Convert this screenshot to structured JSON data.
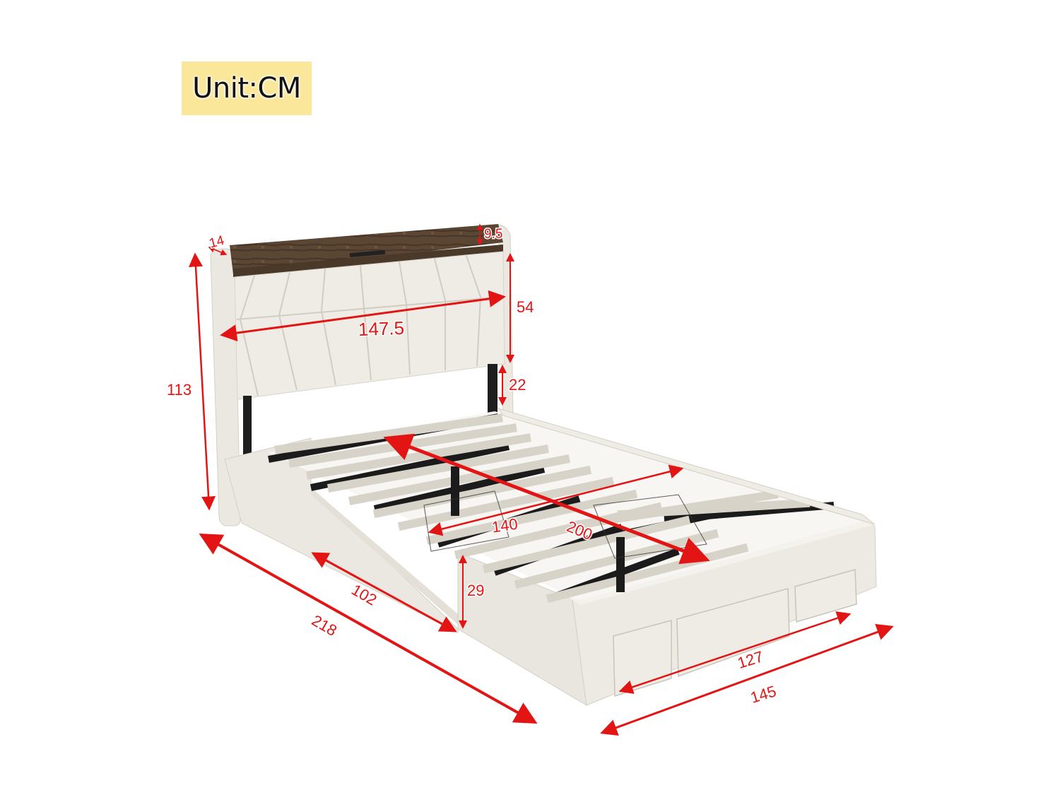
{
  "unit_badge": {
    "label": "Unit:CM",
    "background": "#fbe79a"
  },
  "product": {
    "name": "Upholstered platform bed with storage headboard and drawers",
    "upholstery_color": "#ece9e2",
    "shelf_color": "#5b4633",
    "accent_color": "#e31414"
  },
  "dimensions": {
    "shelf_depth": "14",
    "shelf_height": "9.5",
    "headboard_width": "147.5",
    "headboard_panel_height": "54",
    "headboard_leg_gap": "22",
    "total_height": "113",
    "inner_width": "140",
    "inner_length": "200",
    "side_rail_length": "102",
    "total_length": "218",
    "rail_height": "29",
    "drawer_span": "127",
    "total_width": "145"
  }
}
